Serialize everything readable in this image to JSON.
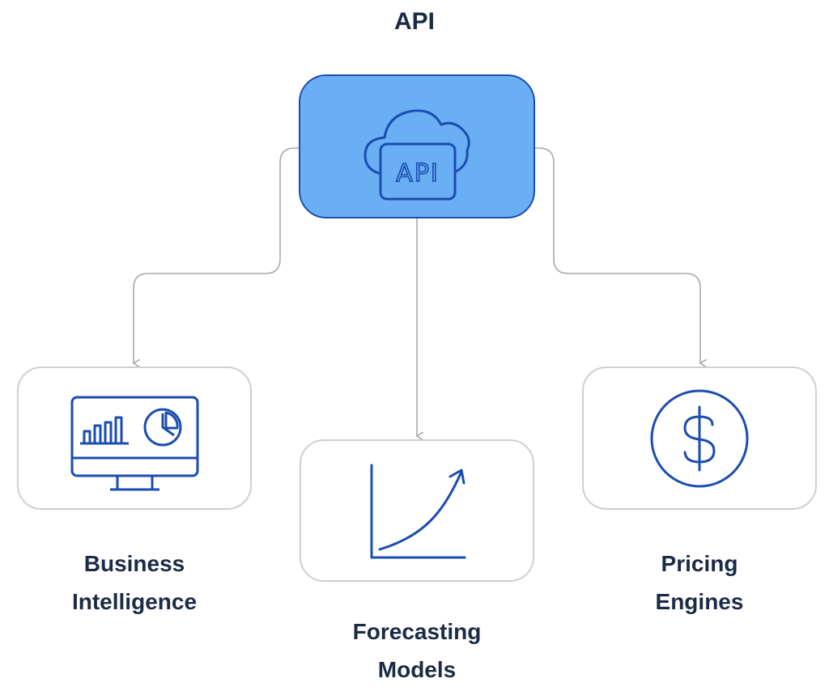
{
  "title": "API",
  "hub": {
    "icon": "cloud-api-icon",
    "icon_text": "API",
    "fill_color": "#6aaff4",
    "border_color": "#1b4db0"
  },
  "nodes": [
    {
      "icon": "monitor-analytics-icon",
      "label_line1": "Business",
      "label_line2": "Intelligence"
    },
    {
      "icon": "growth-chart-icon",
      "label_line1": "Forecasting",
      "label_line2": "Models"
    },
    {
      "icon": "dollar-icon",
      "label_line1": "Pricing",
      "label_line2": "Engines"
    }
  ],
  "colors": {
    "icon_stroke": "#1b4db0",
    "text": "#1c2b45",
    "node_border": "#cfcfcf",
    "connector": "#a9a9a9"
  }
}
